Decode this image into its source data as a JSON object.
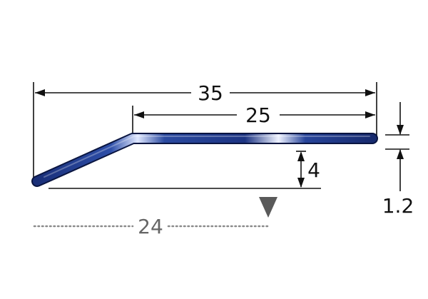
{
  "drawing": {
    "overall_width": "35",
    "top_width": "25",
    "height": "4",
    "thickness": "1.2",
    "offset": "24"
  },
  "colors": {
    "profile_dark": "#0f1d4e",
    "profile_mid": "#2c4da0",
    "profile_light": "#e8eeff",
    "dimension": "#111111",
    "offset_dotted": "#8a8a8a",
    "marker": "#5a5a5a"
  }
}
